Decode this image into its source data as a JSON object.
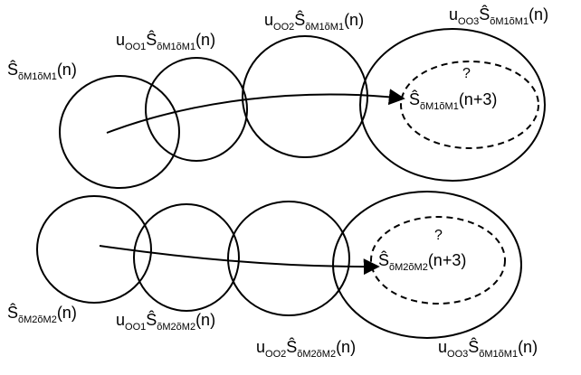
{
  "rows": [
    {
      "labels": [
        {
          "base": "S",
          "sub": "õM1õM1",
          "arg": "(n)"
        },
        {
          "prefix": "u",
          "prefix_sub": "OO1",
          "base": "S",
          "sub": "õM1õM1",
          "arg": "(n)"
        },
        {
          "prefix": "u",
          "prefix_sub": "OO2",
          "base": "S",
          "sub": "õM1õM1",
          "arg": "(n)"
        },
        {
          "prefix": "u",
          "prefix_sub": "OO3",
          "base": "S",
          "sub": "õM1õM1",
          "arg": "(n)"
        }
      ],
      "question": "?",
      "prediction": {
        "base": "S",
        "sub": "õM1õM1",
        "arg": "(n+3)"
      }
    },
    {
      "labels": [
        {
          "base": "S",
          "sub": "õM2õM2",
          "arg": "(n)"
        },
        {
          "prefix": "u",
          "prefix_sub": "OO1",
          "base": "S",
          "sub": "õM2õM2",
          "arg": "(n)"
        },
        {
          "prefix": "u",
          "prefix_sub": "OO2",
          "base": "S",
          "sub": "õM2õM2",
          "arg": "(n)"
        },
        {
          "prefix": "u",
          "prefix_sub": "OO3",
          "base": "S",
          "sub": "õM1õM1",
          "arg": "(n)"
        }
      ],
      "question": "?",
      "prediction": {
        "base": "S",
        "sub": "õM2õM2",
        "arg": "(n+3)"
      }
    }
  ]
}
